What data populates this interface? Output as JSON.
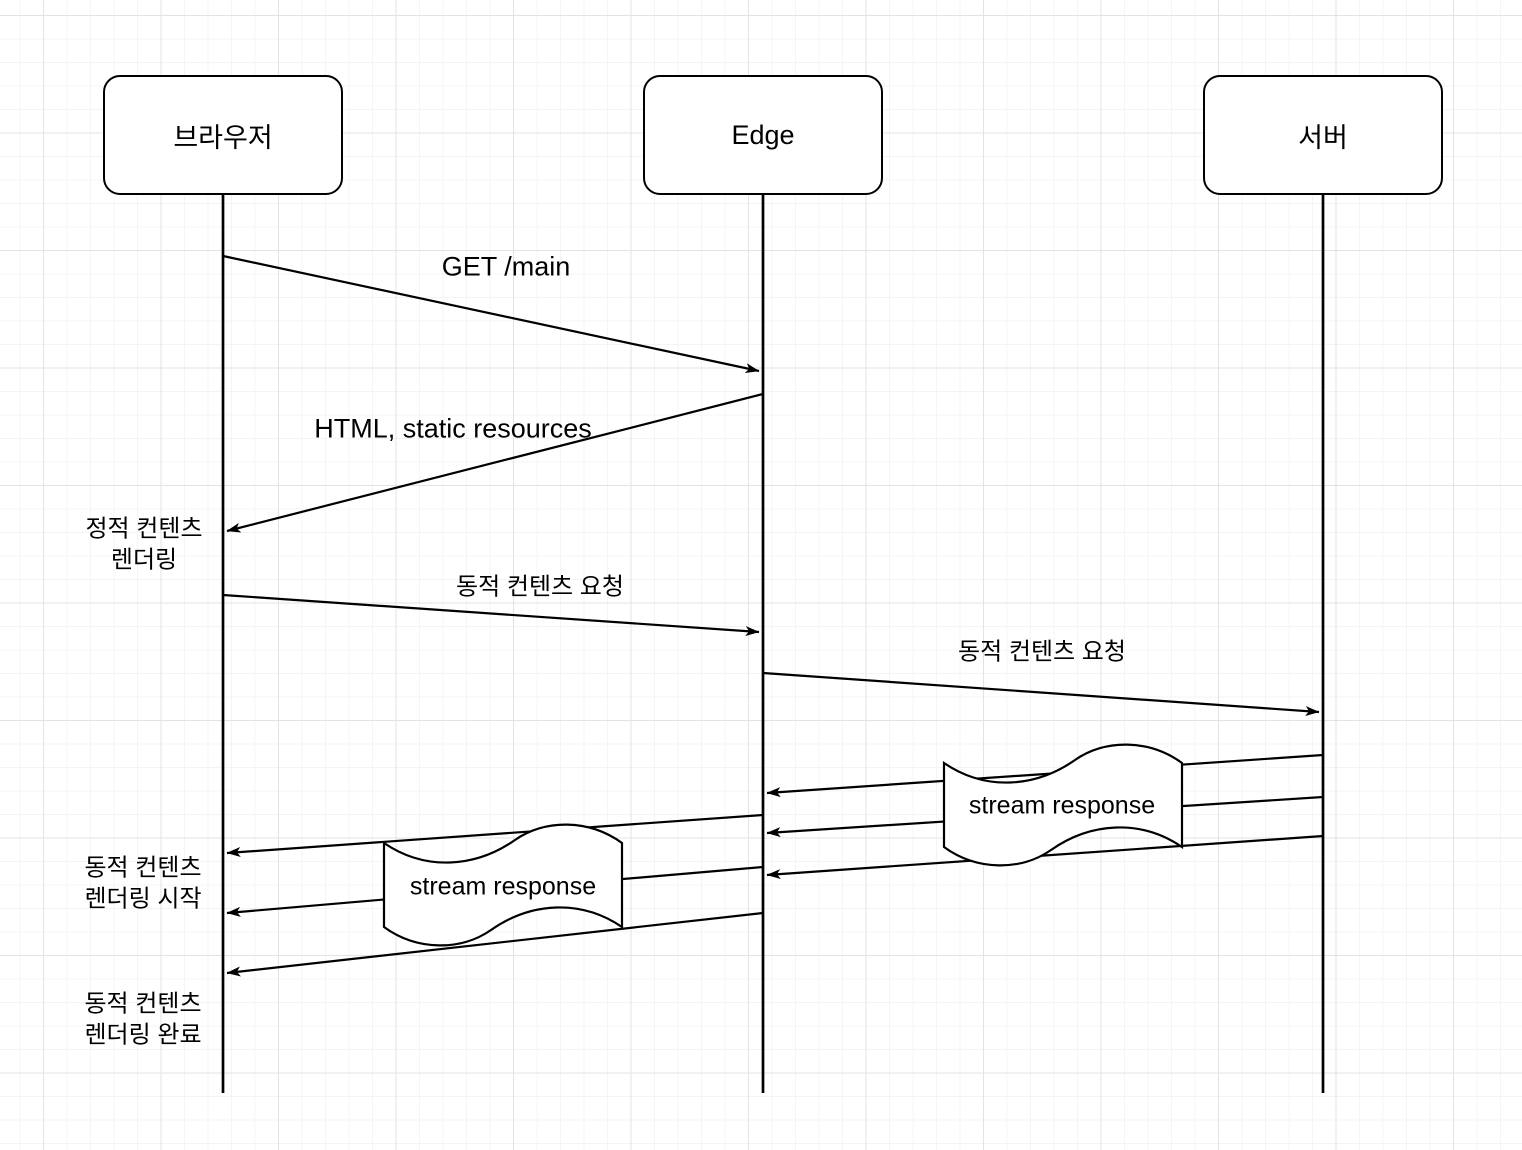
{
  "canvas": {
    "background_color": "#ffffff",
    "grid_minor_color": "#f4f4f4",
    "grid_major_color": "#e3e3e3",
    "shape_fill": "#ffffff",
    "shape_stroke": "#000000",
    "text_color": "#000000"
  },
  "diagram": {
    "type": "sequence-diagram",
    "actors": [
      {
        "id": "browser",
        "label": "브라우저"
      },
      {
        "id": "edge",
        "label": "Edge"
      },
      {
        "id": "server",
        "label": "서버"
      }
    ],
    "messages": [
      {
        "from": "browser",
        "to": "edge",
        "label": "GET /main"
      },
      {
        "from": "edge",
        "to": "browser",
        "label": "HTML, static resources"
      },
      {
        "from": "browser",
        "to": "edge",
        "label": "동적 컨텐츠 요청"
      },
      {
        "from": "edge",
        "to": "server",
        "label": "동적 컨텐츠 요청"
      }
    ],
    "stream_banners": [
      {
        "from": "server",
        "to": "edge",
        "label": "stream response",
        "arrow_count": 3
      },
      {
        "from": "edge",
        "to": "browser",
        "label": "stream response",
        "arrow_count": 3
      }
    ],
    "annotations": [
      {
        "lines": [
          "정적 컨텐츠",
          "렌더링"
        ]
      },
      {
        "lines": [
          "동적 컨텐츠",
          "렌더링 시작"
        ]
      },
      {
        "lines": [
          "동적 컨텐츠",
          "렌더링 완료"
        ]
      }
    ]
  }
}
